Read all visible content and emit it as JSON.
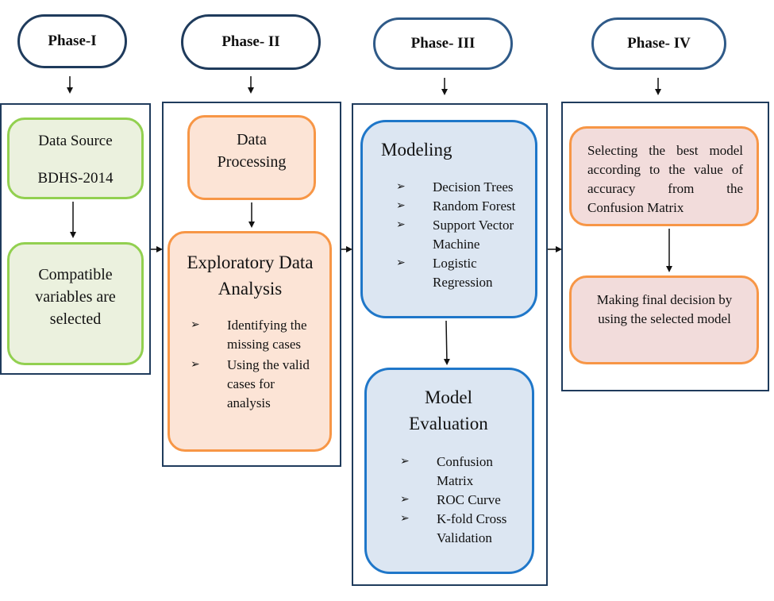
{
  "phases": [
    {
      "label": "Phase-I"
    },
    {
      "label": "Phase- II"
    },
    {
      "label": "Phase- III"
    },
    {
      "label": "Phase- IV"
    }
  ],
  "phase1": {
    "data_source_line1": "Data Source",
    "data_source_line2": "BDHS-2014",
    "compatible": "Compatible variables are selected"
  },
  "phase2": {
    "processing": "Data Processing",
    "eda_title": "Exploratory Data Analysis",
    "eda_items": [
      "Identifying the missing cases",
      "Using the valid cases for analysis"
    ]
  },
  "phase3": {
    "modeling_title": "Modeling",
    "modeling_items": [
      "Decision Trees",
      "Random Forest",
      "Support Vector Machine",
      "Logistic Regression"
    ],
    "evaluation_title": "Model Evaluation",
    "evaluation_items": [
      "Confusion Matrix",
      "ROC Curve",
      "K-fold Cross Validation"
    ]
  },
  "phase4": {
    "select_model": "Selecting the best model according to the value of accuracy from the Confusion Matrix",
    "final_decision": "Making final decision by using the selected model"
  },
  "colors": {
    "navy": "#1f3b5c",
    "green_fill": "#ebf1de",
    "green_border": "#92d050",
    "orange_fill": "#fce4d6",
    "orange_border": "#f79646",
    "blue_fill": "#dce6f2",
    "blue_border": "#1f77c9",
    "pink_fill": "#f2dcdb"
  },
  "bullet_icon": "chevron-right-arrowhead"
}
